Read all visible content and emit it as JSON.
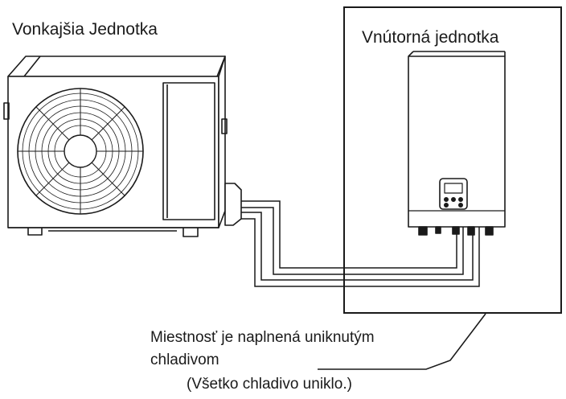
{
  "labels": {
    "outdoor_unit": "Vonkajšia Jednotka",
    "indoor_unit": "Vnútorná jednotka",
    "note_line1": "Miestnosť je naplnená uniknutým",
    "note_line2": "chladivom",
    "note_line3": "(Všetko chladivo uniklo.)"
  },
  "colors": {
    "stroke": "#1a1a1a",
    "background": "#ffffff"
  }
}
